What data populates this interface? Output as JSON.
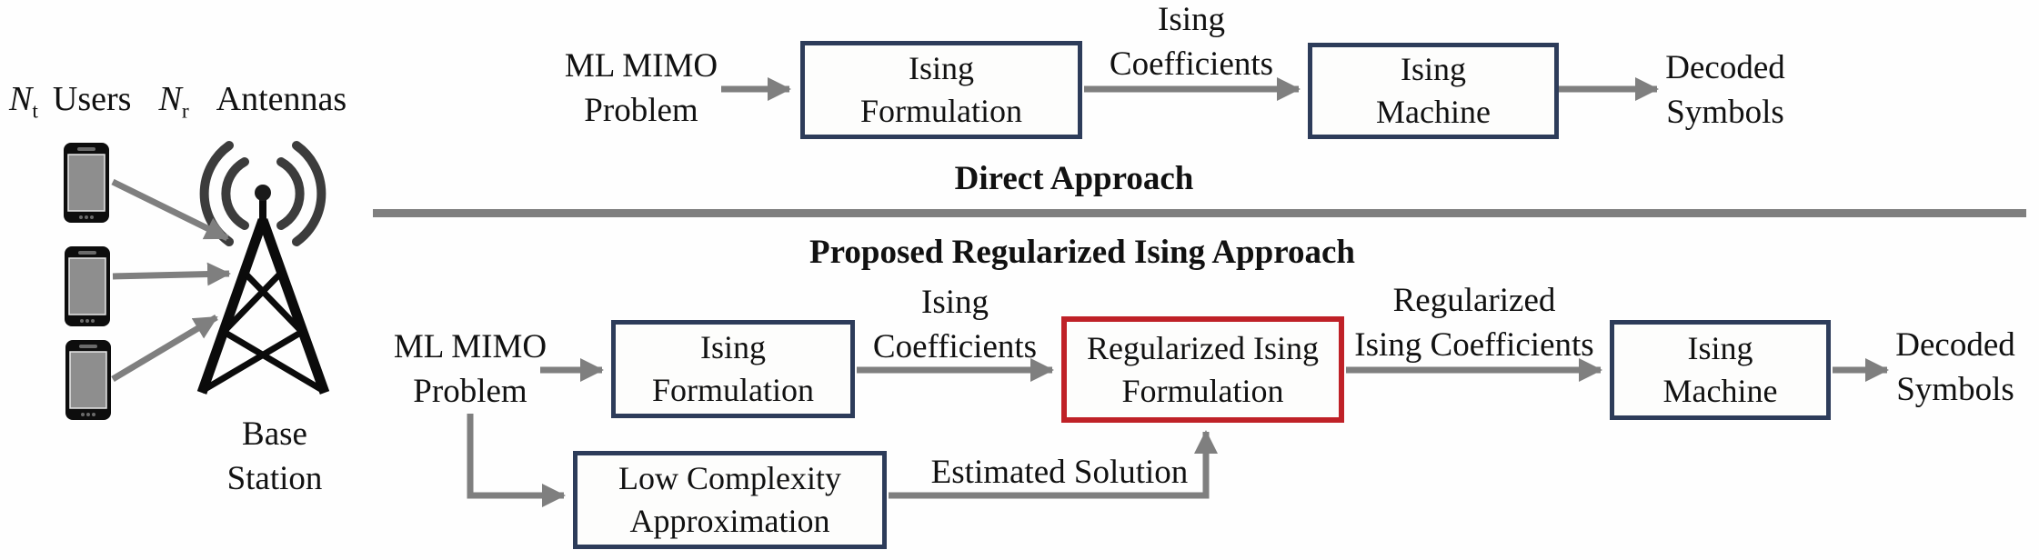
{
  "colors": {
    "navy": "#2d3c5a",
    "red": "#bf2127",
    "gray": "#7f7f7f",
    "ink": "#111111"
  },
  "left": {
    "nt": "N",
    "nt_sub": "t",
    "users": "Users",
    "nr": "N",
    "nr_sub": "r",
    "antennas": "Antennas",
    "base1": "Base",
    "base2": "Station"
  },
  "direct": {
    "title": "Direct Approach",
    "input1": "ML MIMO",
    "input2": "Problem",
    "formulation1": "Ising",
    "formulation2": "Formulation",
    "coeff1": "Ising",
    "coeff2": "Coefficients",
    "machine1": "Ising",
    "machine2": "Machine",
    "output1": "Decoded",
    "output2": "Symbols"
  },
  "proposed": {
    "title": "Proposed Regularized Ising Approach",
    "input1": "ML MIMO",
    "input2": "Problem",
    "formulation1": "Ising",
    "formulation2": "Formulation",
    "coeff1": "Ising",
    "coeff2": "Coefficients",
    "reg1": "Regularized Ising",
    "reg2": "Formulation",
    "regcoeff1": "Regularized",
    "regcoeff2": "Ising Coefficients",
    "machine1": "Ising",
    "machine2": "Machine",
    "output1": "Decoded",
    "output2": "Symbols",
    "lowcx1": "Low Complexity",
    "lowcx2": "Approximation",
    "estimated": "Estimated Solution"
  }
}
